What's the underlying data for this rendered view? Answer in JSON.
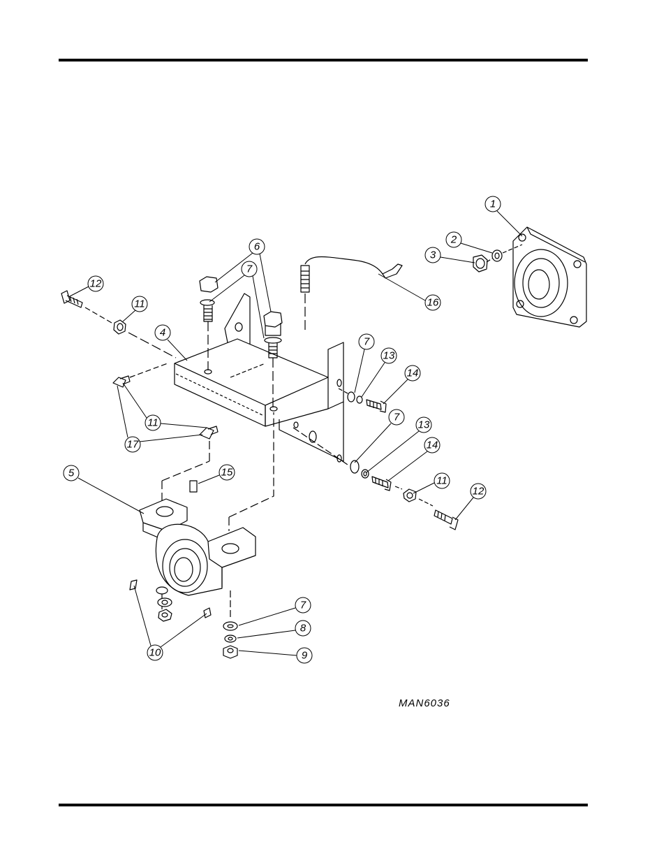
{
  "drawing_id": "MAN6036",
  "callouts": [
    "1",
    "2",
    "3",
    "4",
    "5",
    "6",
    "7",
    "7",
    "7",
    "7",
    "8",
    "9",
    "10",
    "11",
    "11",
    "11",
    "12",
    "12",
    "13",
    "13",
    "14",
    "14",
    "15",
    "16",
    "17"
  ],
  "colors": {
    "line": "#000000",
    "background": "#ffffff"
  }
}
